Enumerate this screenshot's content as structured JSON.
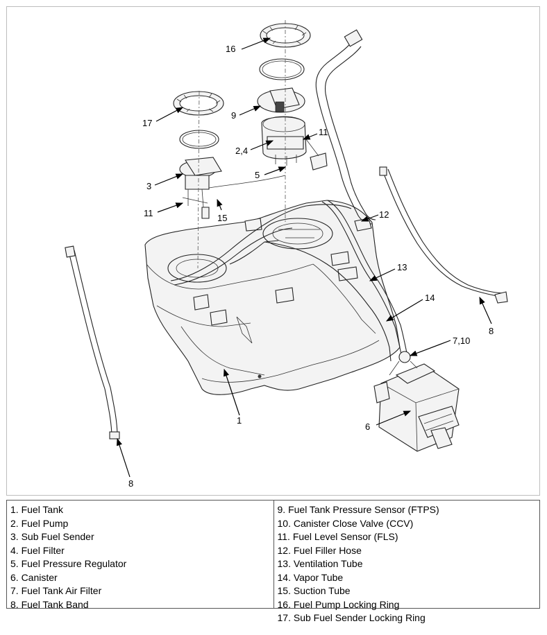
{
  "callouts": {
    "c1": "1",
    "c2_4": "2,4",
    "c3": "3",
    "c5": "5",
    "c6": "6",
    "c7_10": "7,10",
    "c8_left": "8",
    "c8_right": "8",
    "c9": "9",
    "c11_top": "11",
    "c11_left": "11",
    "c12": "12",
    "c13": "13",
    "c14": "14",
    "c15": "15",
    "c16": "16",
    "c17": "17"
  },
  "legend": {
    "left": [
      "1. Fuel Tank",
      "2. Fuel Pump",
      "3. Sub Fuel Sender",
      "4. Fuel Filter",
      "5. Fuel Pressure Regulator",
      "6. Canister",
      "7. Fuel Tank Air Filter",
      "8. Fuel Tank Band"
    ],
    "right": [
      "9. Fuel Tank Pressure Sensor (FTPS)",
      "10. Canister Close Valve (CCV)",
      "11. Fuel Level Sensor (FLS)",
      "12. Fuel Filler Hose",
      "13. Ventilation Tube",
      "14. Vapor Tube",
      "15. Suction Tube",
      "16. Fuel Pump Locking Ring",
      "17. Sub Fuel Sender Locking Ring"
    ]
  }
}
